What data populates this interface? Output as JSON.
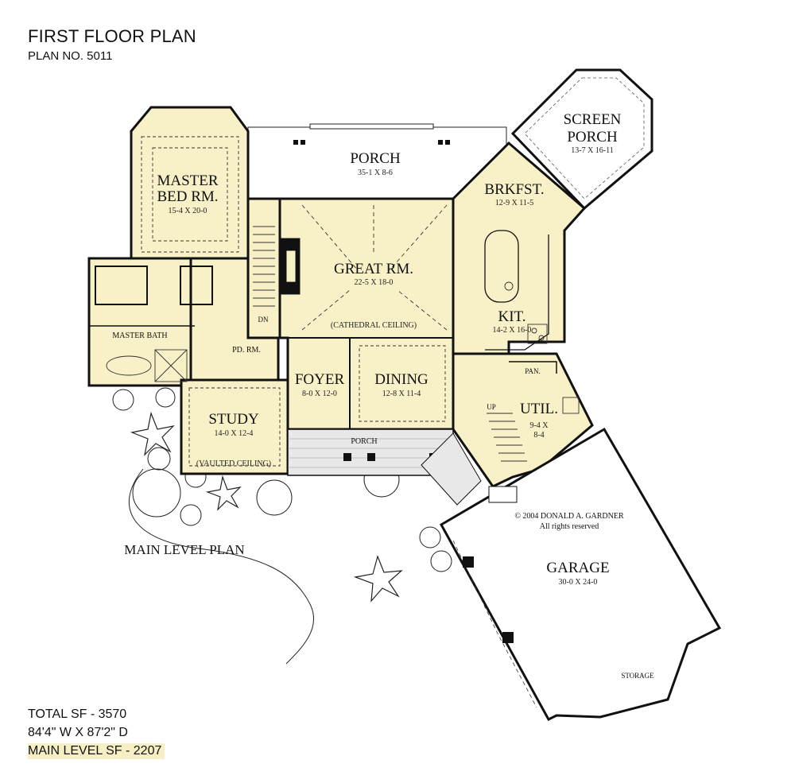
{
  "header": {
    "title": "FIRST FLOOR PLAN",
    "plan_no": "PLAN NO. 5011"
  },
  "stats": {
    "total_sf": "TOTAL SF - 3570",
    "dimensions": "84'4\" W X 87'2\" D",
    "main_level_sf": "MAIN LEVEL SF - 2207"
  },
  "level_label": "MAIN LEVEL PLAN",
  "copyright": {
    "line1": "© 2004 DONALD A. GARDNER",
    "line2": "All rights reserved"
  },
  "colors": {
    "room_fill": "#f8f0c6",
    "wall": "#111111",
    "highlight": "#f6efc4",
    "porch_fill": "#ffffff",
    "stone": "#e8e8e8"
  },
  "rooms": {
    "porch_rear": {
      "name": "PORCH",
      "dims": "35-1 X 8-6"
    },
    "screen_porch": {
      "name_line1": "SCREEN",
      "name_line2": "PORCH",
      "dims": "13-7 X 16-11"
    },
    "master_bed": {
      "name_line1": "MASTER",
      "name_line2": "BED RM.",
      "dims": "15-4 X 20-0"
    },
    "brkfst": {
      "name": "BRKFST.",
      "dims": "12-9 X 11-5"
    },
    "great_rm": {
      "name": "GREAT RM.",
      "dims": "22-5 X 18-0",
      "note": "(CATHEDRAL CEILING)"
    },
    "kit": {
      "name": "KIT.",
      "dims": "14-2 X 16-0"
    },
    "master_bath": {
      "name": "MASTER BATH"
    },
    "pd_rm": {
      "name": "PD. RM."
    },
    "foyer": {
      "name": "FOYER",
      "dims": "8-0 X 12-0"
    },
    "dining": {
      "name": "DINING",
      "dims": "12-8 X 11-4"
    },
    "pan": {
      "name": "PAN."
    },
    "util": {
      "name": "UTIL.",
      "dims_line1": "9-4 X",
      "dims_line2": "8-4"
    },
    "study": {
      "name": "STUDY",
      "dims": "14-0 X 12-4",
      "note": "(VAULTED CEILING)"
    },
    "porch_front": {
      "name": "PORCH"
    },
    "garage": {
      "name": "GARAGE",
      "dims": "30-0 X 24-0",
      "storage": "STORAGE"
    }
  },
  "stairs": {
    "dn": "DN",
    "up": "UP"
  }
}
